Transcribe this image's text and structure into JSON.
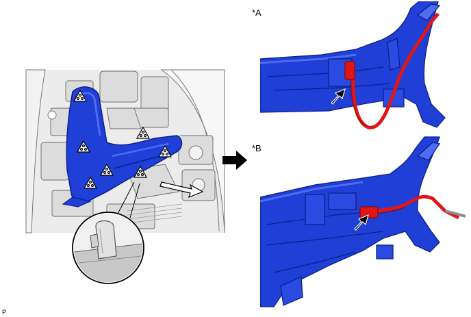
{
  "labels": {
    "view_a": "*A",
    "view_b": "*B",
    "figure_code": "P"
  },
  "colors": {
    "part_blue": "#1f3fd6",
    "part_blue_dark": "#0d1f8a",
    "part_blue_light": "#4f6cf0",
    "harness_red": "#e01515",
    "harness_red_dark": "#8a0b0b",
    "engine_gray": "#d4d4d4",
    "engine_line": "#6a6a6a",
    "arrow_black": "#000000"
  },
  "icons": {
    "clip_marker": "clip-triangle-icon",
    "removal_direction": "removal-arrow-icon",
    "sequence_arrow": "sequence-arrow-icon",
    "pointer": "pointer-arrow-icon"
  }
}
